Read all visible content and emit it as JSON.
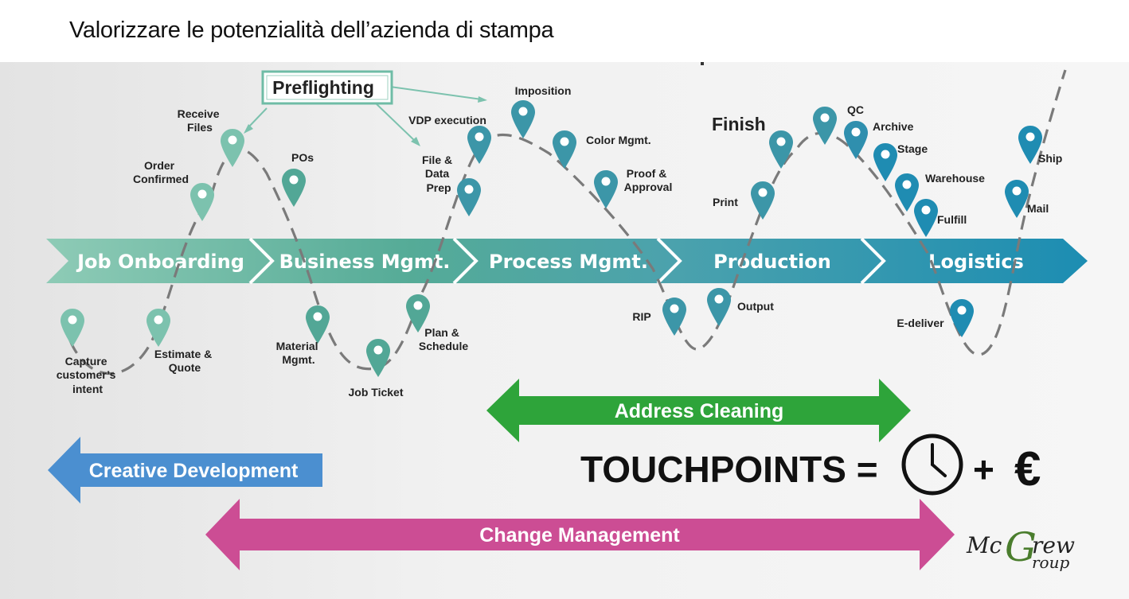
{
  "title": "Valorizzare le potenzialità dell’azienda di stampa",
  "stages": [
    "Job Onboarding",
    "Business Mgmt.",
    "Process Mgmt.",
    "Production",
    "Logistics"
  ],
  "preflighting": "Preflighting",
  "finish": "Finish",
  "labels": {
    "receive_files": [
      "Receive",
      "Files"
    ],
    "order_confirmed": [
      "Order",
      "Confirmed"
    ],
    "pos": [
      "POs"
    ],
    "vdp_execution": [
      "VDP execution"
    ],
    "imposition": [
      "Imposition"
    ],
    "file_data_prep": [
      "File &",
      "Data",
      "Prep"
    ],
    "color_mgmt": [
      "Color Mgmt."
    ],
    "proof_approval": [
      "Proof &",
      "Approval"
    ],
    "print": [
      "Print"
    ],
    "qc": [
      "QC"
    ],
    "archive": [
      "Archive"
    ],
    "stage": [
      "Stage"
    ],
    "warehouse": [
      "Warehouse"
    ],
    "fulfill": [
      "Fulfill"
    ],
    "ship": [
      "Ship"
    ],
    "mail": [
      "Mail"
    ],
    "capture_intent": [
      "Capture",
      "customer’s",
      "intent"
    ],
    "estimate_quote": [
      "Estimate &",
      "Quote"
    ],
    "material_mgmt": [
      "Material",
      "Mgmt."
    ],
    "job_ticket": [
      "Job Ticket"
    ],
    "plan_schedule": [
      "Plan &",
      "Schedule"
    ],
    "rip": [
      "RIP"
    ],
    "output": [
      "Output"
    ],
    "e_deliver": [
      "E-deliver"
    ]
  },
  "arrows": {
    "address_cleaning": "Address Cleaning",
    "creative_development": "Creative Development",
    "change_management": "Change Management"
  },
  "touchpoints": "TOUCHPOINTS =",
  "plus": "+",
  "euro": "€",
  "logo": {
    "a": "Mc",
    "b": "G",
    "c": "rew",
    "d": "roup"
  },
  "colors": {
    "teal_light": "#8ec9b5",
    "teal": "#52a796",
    "teal_mid": "#4aa1ad",
    "blue": "#1d8fb0",
    "pin": "#3c96a8",
    "pin_light": "#7cc2ae",
    "green": "#2ea43a",
    "blue_arrow": "#4b8fd0",
    "magenta": "#cc4d94"
  }
}
